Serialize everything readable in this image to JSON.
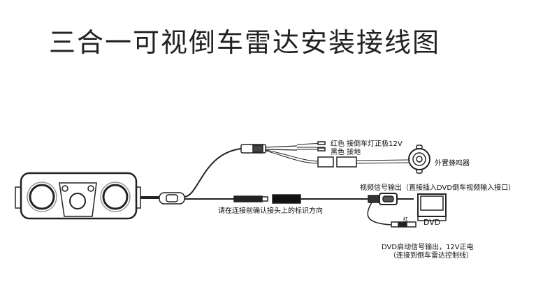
{
  "title": "三合一可视倒车雷达安装接线图",
  "labels": {
    "red_wire": "红色 接倒车灯正极12V",
    "black_wire": "黑色 接地",
    "buzzer": "外置蜂鸣器",
    "video_out": "视频信号输出（直接插入DVD倒车视频输入接口）",
    "connector_note": "请在连接前确认接头上的标识方向",
    "dvd": "DVD",
    "dvd_trigger_line1": "DVD启动信号输出，12V正电",
    "dvd_trigger_line2": "（连接到倒车雷达控制线）",
    "tag_red": "红"
  }
}
